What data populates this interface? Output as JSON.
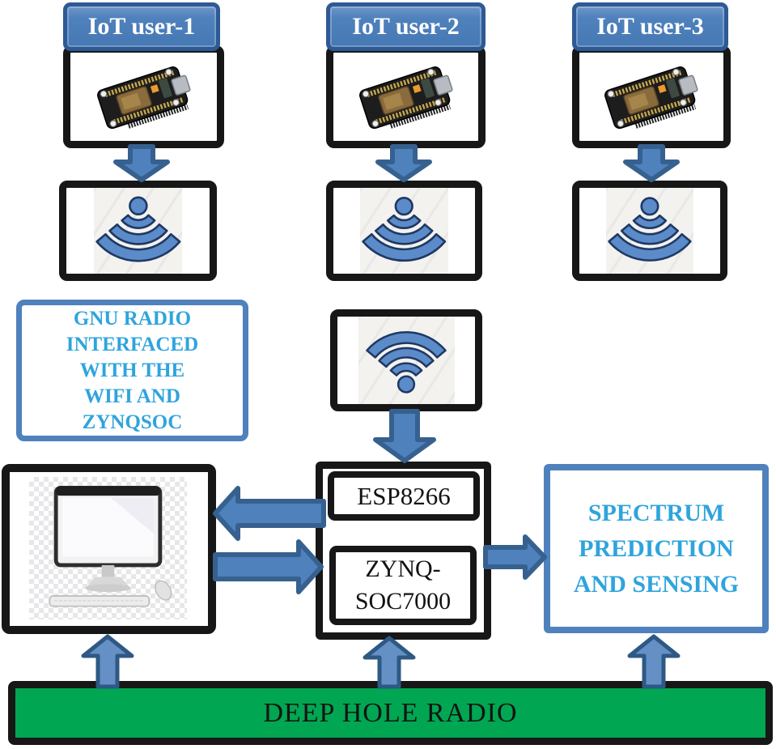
{
  "iot_users": [
    {
      "label": "IoT user-1"
    },
    {
      "label": "IoT user-2"
    },
    {
      "label": "IoT user-3"
    }
  ],
  "gnu_note": "GNU RADIO\nINTERFACED\nWITH THE\nWIFI AND\nZYNQSOC",
  "central": {
    "esp": "ESP8266",
    "zynq": "ZYNQ-\nSOC7000"
  },
  "spectrum": "SPECTRUM\nPREDICTION\nAND SENSING",
  "bottom_bar": "DEEP HOLE RADIO",
  "icons": {
    "board": "nodemcu-board-photo",
    "wifi_down": "wifi-signal-down-icon",
    "wifi_up": "wifi-signal-icon",
    "computer": "desktop-computer-photo"
  },
  "colors": {
    "header_blue": "#4f81bd",
    "header_border": "#2e5a94",
    "arrow_fill": "#4f81bd",
    "arrow_stroke": "#36618f",
    "up_arrow_fill": "#6490c6",
    "accent_text": "#2fa4dc",
    "blue_box_border": "#4f81bd",
    "green": "#00a651",
    "black_border": "#171717",
    "wifi_fill": "#5b8bc9",
    "wifi_stroke": "#1f3864"
  }
}
